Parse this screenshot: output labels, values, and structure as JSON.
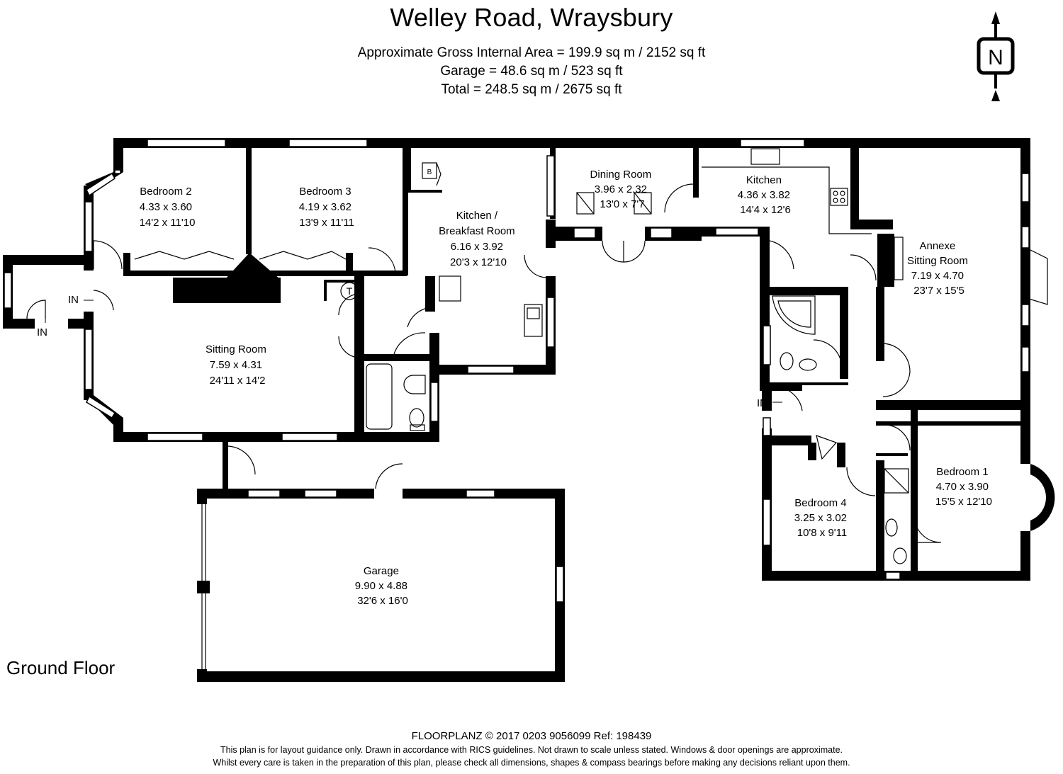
{
  "header": {
    "title": "Welley Road, Wraysbury",
    "areas": [
      "Approximate Gross Internal Area = 199.9 sq m / 2152 sq ft",
      "Garage = 48.6 sq m / 523 sq ft",
      "Total = 248.5 sq m / 2675 sq ft"
    ]
  },
  "compass": {
    "label": "N"
  },
  "floor_label": "Ground Floor",
  "rooms": [
    {
      "id": "bedroom-2",
      "lines": [
        "Bedroom 2",
        "4.33 x 3.60",
        "14'2 x 11'10"
      ]
    },
    {
      "id": "bedroom-3",
      "lines": [
        "Bedroom 3",
        "4.19 x 3.62",
        "13'9 x 11'11"
      ]
    },
    {
      "id": "kitchen-breakfast",
      "lines": [
        "Kitchen  /",
        "Breakfast Room",
        "6.16 x 3.92",
        "20'3 x 12'10"
      ]
    },
    {
      "id": "dining-room",
      "lines": [
        "Dining Room",
        "3.96 x 2.32",
        "13'0 x 7'7"
      ]
    },
    {
      "id": "kitchen",
      "lines": [
        "Kitchen",
        "4.36 x 3.82",
        "14'4 x 12'6"
      ]
    },
    {
      "id": "annexe-sitting-room",
      "lines": [
        "Annexe",
        "Sitting Room",
        "7.19 x 4.70",
        "23'7 x 15'5"
      ]
    },
    {
      "id": "sitting-room",
      "lines": [
        "Sitting Room",
        "7.59 x 4.31",
        "24'11 x 14'2"
      ]
    },
    {
      "id": "bedroom-1",
      "lines": [
        "Bedroom 1",
        "4.70 x 3.90",
        "15'5 x 12'10"
      ]
    },
    {
      "id": "bedroom-4",
      "lines": [
        "Bedroom 4",
        "3.25 x 3.02",
        "10'8 x 9'11"
      ]
    },
    {
      "id": "garage",
      "lines": [
        "Garage",
        "9.90 x 4.88",
        "32'6 x 16'0"
      ]
    }
  ],
  "entrances": [
    "IN",
    "IN",
    "IN"
  ],
  "symbols": {
    "boiler": "B",
    "tank": "T"
  },
  "footer": {
    "brand": "FLOORPLANZ © 2017   0203 9056099   Ref: 198439",
    "disclaimer": [
      "This plan is for layout guidance only. Drawn in accordance with RICS guidelines. Not drawn to scale unless stated. Windows & door openings are approximate.",
      "Whilst every care is taken in the preparation of this plan, please check all dimensions, shapes & compass bearings before making any decisions reliant upon them."
    ]
  }
}
